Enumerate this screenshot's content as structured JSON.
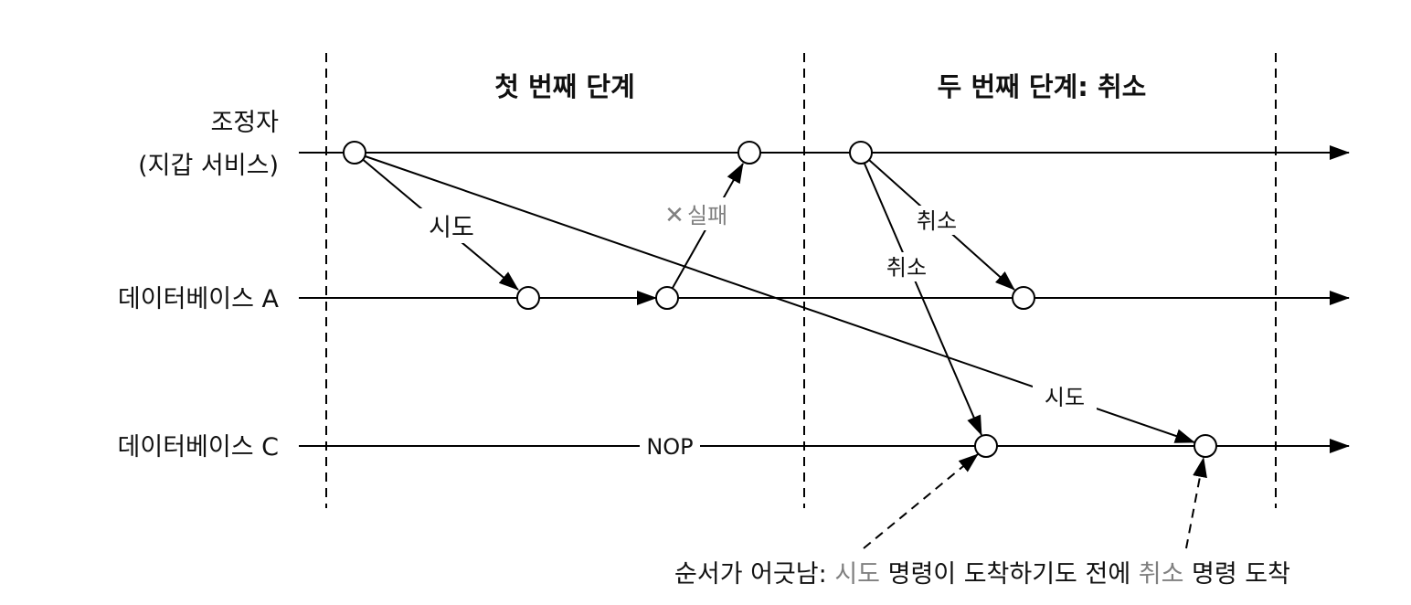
{
  "phases": {
    "phase1": "첫 번째 단계",
    "phase2": "두 번째 단계: 취소"
  },
  "participants": {
    "coordinator_line1": "조정자",
    "coordinator_line2": "(지갑 서비스)",
    "db_a": "데이터베이스 A",
    "db_c": "데이터베이스 C"
  },
  "messages": {
    "try_a": "시도",
    "fail_mark": "✕",
    "fail": "실패",
    "try_c": "시도",
    "cancel_a": "취소",
    "cancel_c": "취소",
    "nop": "NOP"
  },
  "annotation": {
    "part1": "순서가 어긋남: ",
    "try": "시도",
    "part2": " 명령이 도착하기도 전에 ",
    "cancel": "취소",
    "part3": " 명령 도착"
  },
  "colors": {
    "highlight_gray": "#808080"
  }
}
